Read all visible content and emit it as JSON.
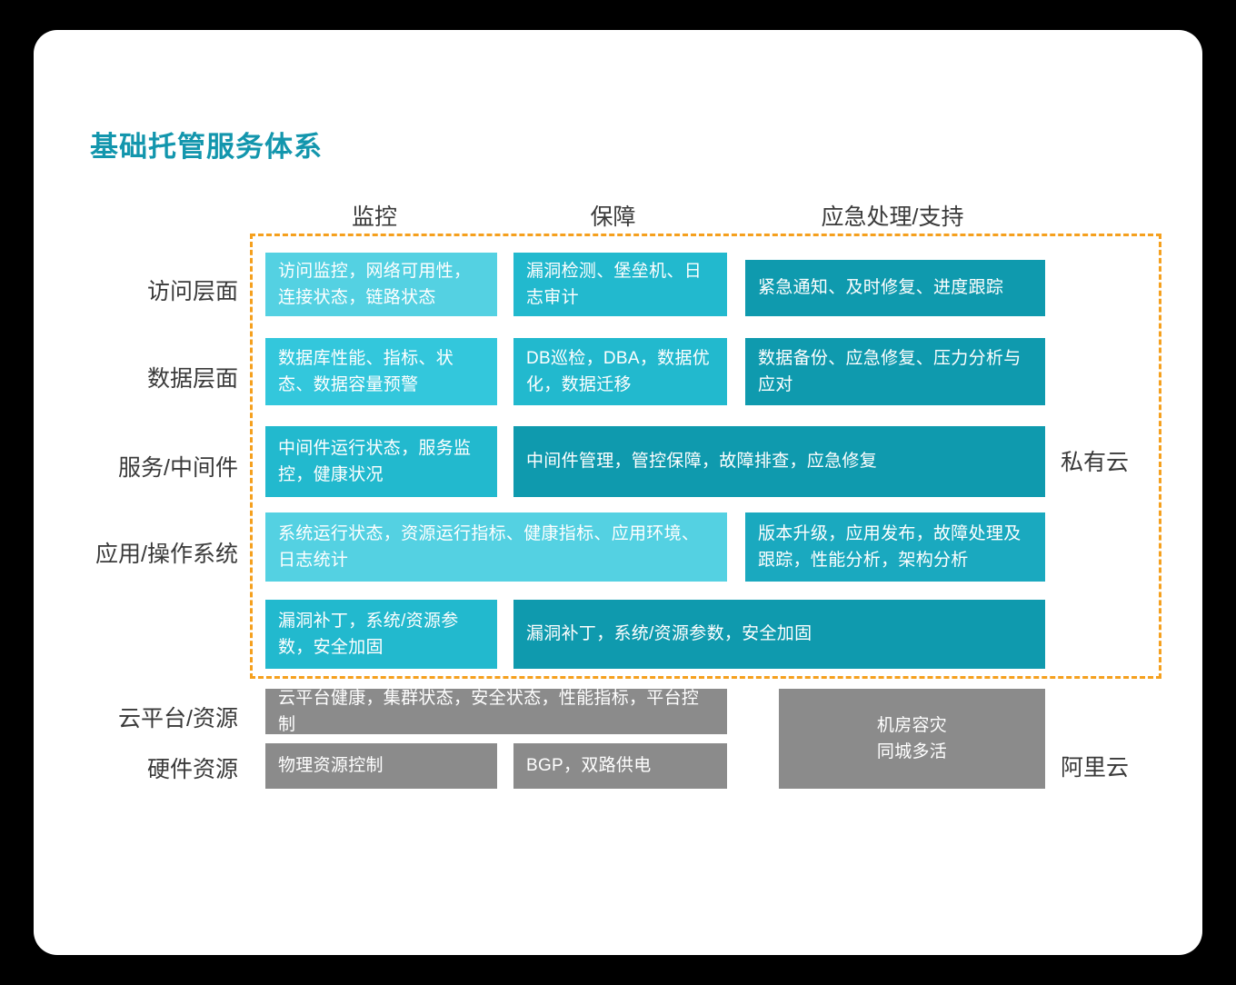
{
  "title": "基础托管服务体系",
  "columns": [
    {
      "label": "监控"
    },
    {
      "label": "保障"
    },
    {
      "label": "应急处理/支持"
    }
  ],
  "rows": [
    {
      "label": "访问层面"
    },
    {
      "label": "数据层面"
    },
    {
      "label": "服务/中间件"
    },
    {
      "label": "应用/操作系统"
    },
    {
      "label": ""
    },
    {
      "label": "云平台/资源"
    },
    {
      "label": "硬件资源"
    }
  ],
  "side_labels": {
    "private_cloud": "私有云",
    "alibaba_cloud": "阿里云"
  },
  "cells": {
    "access_monitor": "访问监控，网络可用性，连接状态，链路状态",
    "access_guarantee": "漏洞检测、堡垒机、日志审计",
    "access_emergency": "紧急通知、及时修复、进度跟踪",
    "data_monitor": "数据库性能、指标、状态、数据容量预警",
    "data_guarantee": "DB巡检，DBA，数据优化，数据迁移",
    "data_emergency": "数据备份、应急修复、压力分析与应对",
    "service_monitor": "中间件运行状态，服务监控，健康状况",
    "service_wide": "中间件管理，管控保障，故障排查，应急修复",
    "app_wide": "系统运行状态，资源运行指标、健康指标、应用环境、日志统计",
    "app_emergency": "版本升级，应用发布，故障处理及跟踪，性能分析，架构分析",
    "patch_monitor": "漏洞补丁，系统/资源参数，安全加固",
    "patch_wide": "漏洞补丁，系统/资源参数，安全加固",
    "platform_monitor": "云平台健康，集群状态，安全状态，性能指标，平台控制",
    "hardware_monitor": "物理资源控制",
    "hardware_guarantee": "BGP，双路供电",
    "dr_block": "机房容灾\n同城多活",
    "dr_line1": "机房容灾",
    "dr_line2": "同城多活"
  },
  "colors": {
    "title": "#1396ad",
    "dashed_border": "#f5a01e",
    "light_cyan": "#54d1e2",
    "cyan": "#33c7dc",
    "mid_teal": "#22b9ce",
    "teal": "#1aa9bf",
    "deep_teal": "#0f9aae",
    "gray": "#8b8b8b"
  }
}
